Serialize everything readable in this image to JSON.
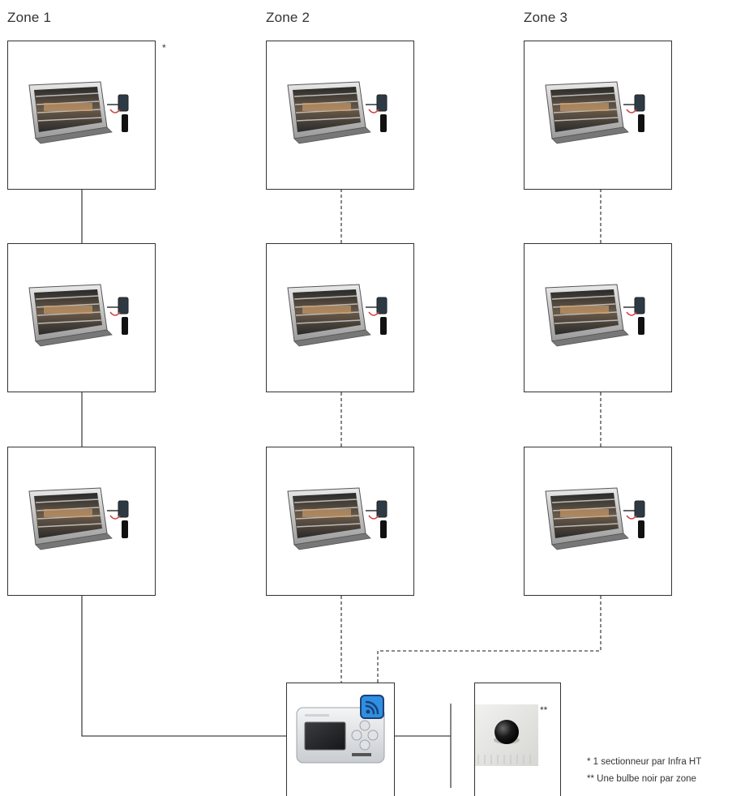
{
  "zones": [
    {
      "label": "Zone 1",
      "wiring": "solid",
      "heater_count": 3
    },
    {
      "label": "Zone 2",
      "wiring": "dashed",
      "heater_count": 3
    },
    {
      "label": "Zone 3",
      "wiring": "dashed",
      "heater_count": 3
    }
  ],
  "heater_marker": "*",
  "sensor_marker": "**",
  "controller": {
    "icon": "wifi-icon",
    "name": "thermostat-controller"
  },
  "sensor": {
    "icon": "black-bulb-sensor"
  },
  "footnotes": {
    "one_star": "* 1 sectionneur par Infra HT",
    "two_star": "** Une bulbe noir par zone"
  },
  "colors": {
    "line": "#444444",
    "wifi_badge": "#3b8fd9",
    "badge_frame": "#1c3f7a"
  }
}
